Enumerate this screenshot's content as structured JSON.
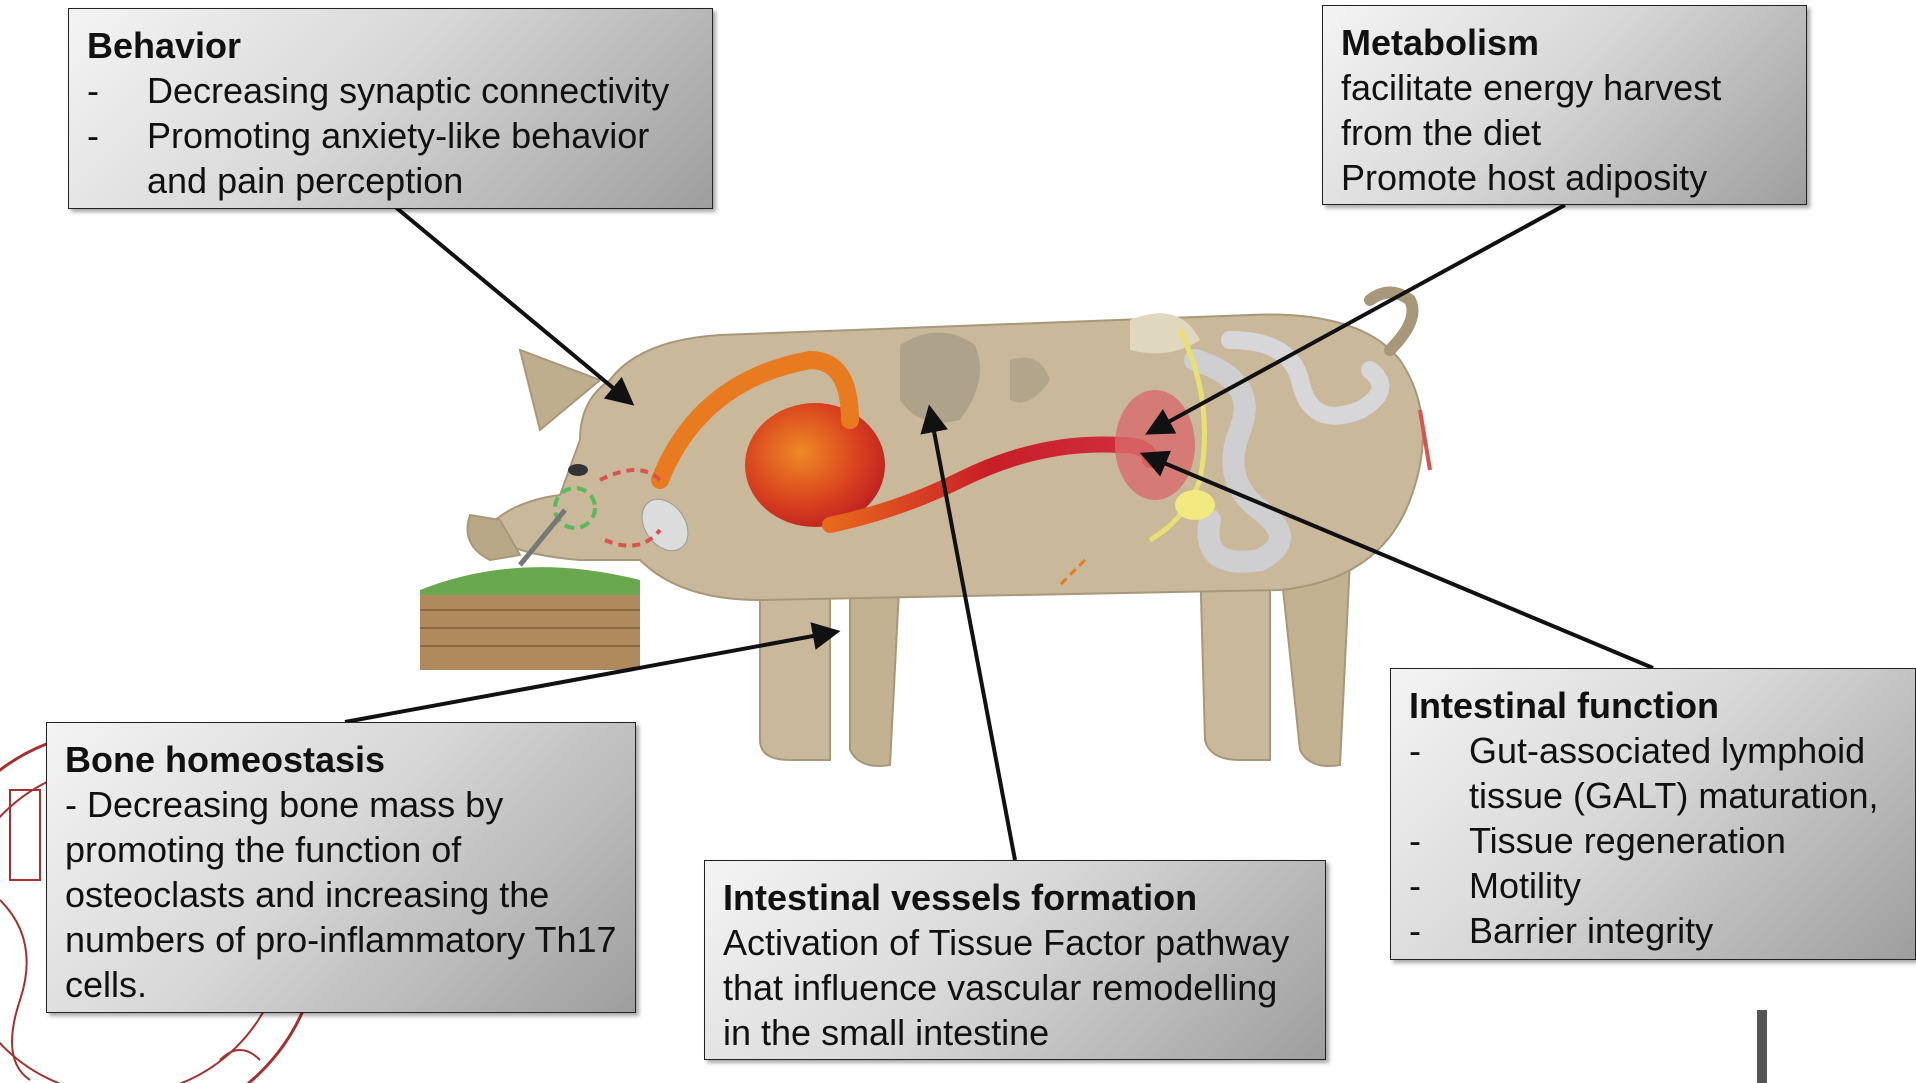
{
  "boxes": {
    "behavior": {
      "title": "Behavior",
      "items": [
        "Decreasing synaptic connectivity",
        "Promoting anxiety-like behavior and pain perception"
      ]
    },
    "metabolism": {
      "title": "Metabolism",
      "lines": [
        "facilitate energy harvest",
        "from the diet",
        "Promote host adiposity"
      ]
    },
    "bone": {
      "title": "Bone homeostasis",
      "text": "- Decreasing bone mass by promoting the function of osteoclasts and increasing the numbers of pro-inflammatory Th17 cells."
    },
    "vessels": {
      "title": "Intestinal vessels formation",
      "text": "Activation of Tissue Factor pathway that influence vascular remodelling in the small intestine"
    },
    "intestinal": {
      "title": "Intestinal function",
      "items": [
        "Gut-associated lymphoid tissue (GALT) maturation,",
        "Tissue regeneration",
        "Motility",
        "Barrier integrity"
      ]
    }
  },
  "dash": "-",
  "colors": {
    "pig_body": "#c9b99a",
    "pig_outline": "#a8987a",
    "gut_red": "#c8202a",
    "stomach_orange": "#e87a20",
    "feed_green": "#6aa84f",
    "seal_red": "#9c1a1a",
    "arrow": "#111111"
  }
}
